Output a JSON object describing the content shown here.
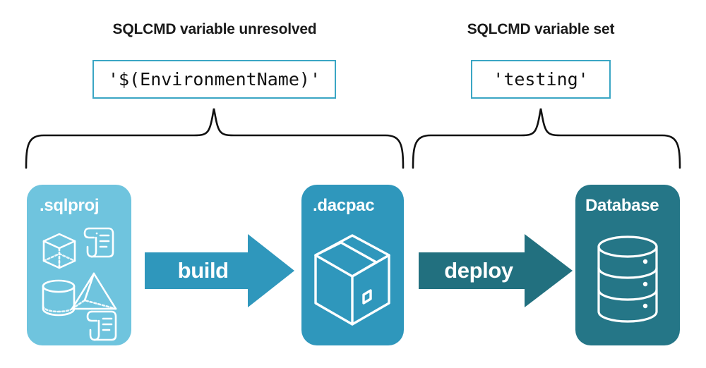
{
  "headings": {
    "left": "SQLCMD variable unresolved",
    "right": "SQLCMD variable set"
  },
  "code_boxes": {
    "left": "'$(EnvironmentName)'",
    "right": "'testing'"
  },
  "artifacts": [
    {
      "id": "sqlproj",
      "label": ".sqlproj",
      "color": "#6FC4DE",
      "icons": [
        "cube-icon",
        "script-scroll-icon",
        "pyramid-icon",
        "cylinder-icon",
        "script-scroll-icon"
      ]
    },
    {
      "id": "dacpac",
      "label": ".dacpac",
      "color": "#2F97BC",
      "icons": [
        "package-box-icon"
      ]
    },
    {
      "id": "database",
      "label": "Database",
      "color": "#257687",
      "icons": [
        "database-cylinder-icon"
      ]
    }
  ],
  "arrows": [
    {
      "id": "build",
      "label": "build",
      "color": "#2F97BC"
    },
    {
      "id": "deploy",
      "label": "deploy",
      "color": "#22707F"
    }
  ],
  "braces": {
    "stroke": "#111111",
    "left_span_label": "SQLCMD variable unresolved",
    "right_span_label": "SQLCMD variable set"
  },
  "colors": {
    "background": "#FFFFFF",
    "heading_text": "#1A1A1A",
    "code_border": "#3AA6C4",
    "code_text": "#111111",
    "icon_stroke": "#FFFFFF"
  }
}
